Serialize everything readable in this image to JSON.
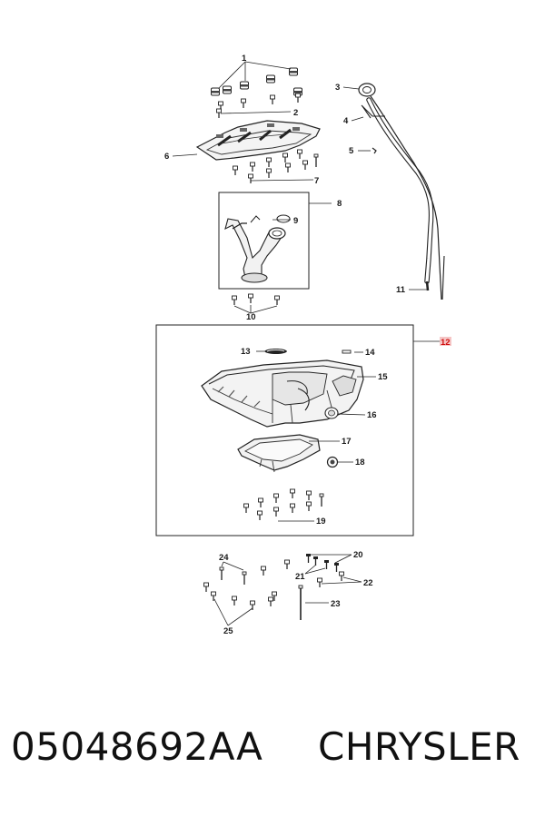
{
  "callouts": {
    "c1": "1",
    "c2": "2",
    "c3": "3",
    "c4": "4",
    "c5": "5",
    "c6": "6",
    "c7": "7",
    "c8": "8",
    "c9": "9",
    "c10": "10",
    "c11": "11",
    "c12": "12",
    "c13": "13",
    "c14": "14",
    "c15": "15",
    "c16": "16",
    "c17": "17",
    "c18": "18",
    "c19": "19",
    "c20": "20",
    "c21": "21",
    "c22": "22",
    "c23": "23",
    "c24": "24",
    "c25": "25"
  },
  "highlight_color": "#d01010",
  "highlight_bg": "#f5c6c6",
  "caption": {
    "part_number": "05048692AA",
    "brand": "CHRYSLER"
  }
}
